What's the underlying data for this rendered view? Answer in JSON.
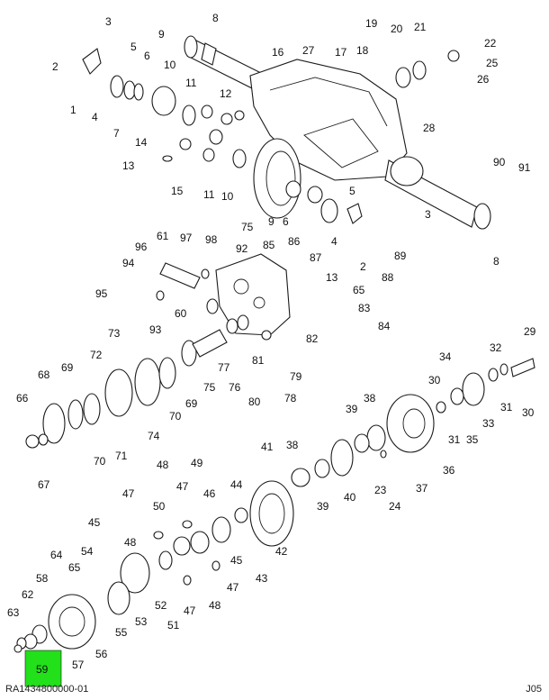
{
  "diagram": {
    "highlight_color": "#22e01a",
    "highlighted_callout": "59",
    "footer_left": "RA1434800000-01",
    "footer_right": "J05",
    "callouts": {
      "c8a": "8",
      "c3a": "3",
      "c2a": "2",
      "c5a": "5",
      "c6a": "6",
      "c9a": "9",
      "c10a": "10",
      "c1a": "1",
      "c4a": "4",
      "c7a": "7",
      "c11a": "11",
      "c12a": "12",
      "c14": "14",
      "c13a": "13",
      "c15": "15",
      "c11b": "11",
      "c10b": "10",
      "c16": "16",
      "c27": "27",
      "c17": "17",
      "c18": "18",
      "c19": "19",
      "c20": "20",
      "c21": "21",
      "c22": "22",
      "c25": "25",
      "c26": "26",
      "c28": "28",
      "c90": "90",
      "c91": "91",
      "c5b": "5",
      "c3b": "3",
      "c8b": "8",
      "c9b": "9",
      "c75a": "75",
      "c6b": "6",
      "c86": "86",
      "c87": "87",
      "c4b": "4",
      "c2b": "2",
      "c88": "88",
      "c89": "89",
      "c61": "61",
      "c97": "97",
      "c98": "98",
      "c96": "96",
      "c92": "92",
      "c85": "85",
      "c94": "94",
      "c13b": "13",
      "c65a": "65",
      "c95": "95",
      "c93": "93",
      "c60": "60",
      "c83": "83",
      "c84": "84",
      "c82": "82",
      "c73": "73",
      "c72": "72",
      "c68": "68",
      "c69a": "69",
      "c66": "66",
      "c67": "67",
      "c70a": "70",
      "c71": "71",
      "c74": "74",
      "c70b": "70",
      "c69b": "69",
      "c75b": "75",
      "c77": "77",
      "c76": "76",
      "c81": "81",
      "c80": "80",
      "c79": "79",
      "c78": "78",
      "c29": "29",
      "c34": "34",
      "c32": "32",
      "c30a": "30",
      "c33": "33",
      "c31a": "31",
      "c30b": "30",
      "c31b": "31",
      "c35": "35",
      "c38a": "38",
      "c39a": "39",
      "c36": "36",
      "c37": "37",
      "c23": "23",
      "c24": "24",
      "c40": "40",
      "c41": "41",
      "c38b": "38",
      "c39b": "39",
      "c42": "42",
      "c43": "43",
      "c44": "44",
      "c45a": "45",
      "c46": "46",
      "c47a": "47",
      "c47b": "47",
      "c48a": "48",
      "c49": "49",
      "c50": "50",
      "c48b": "48",
      "c45b": "45",
      "c47c": "47",
      "c52": "52",
      "c51": "51",
      "c47d": "47",
      "c48c": "48",
      "c64": "64",
      "c54": "54",
      "c65b": "65",
      "c58": "58",
      "c62": "62",
      "c53": "53",
      "c55": "55",
      "c63": "63",
      "c57": "57",
      "c56": "56"
    }
  }
}
